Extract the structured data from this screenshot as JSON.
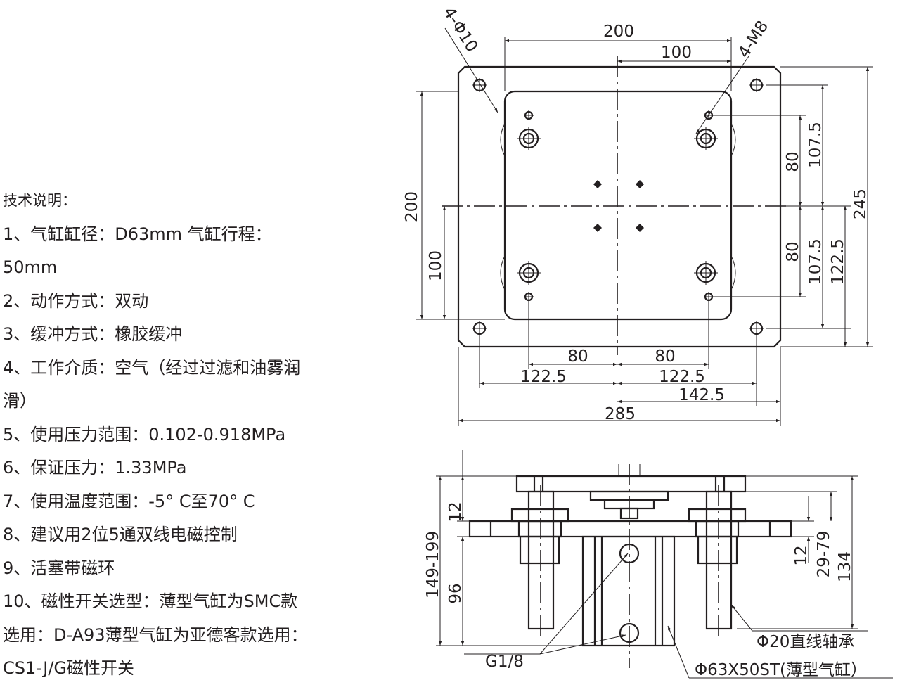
{
  "notes": {
    "title": "技术说明：",
    "lines": [
      "1、气缸缸径：D63mm    气缸行程：",
      "50mm",
      "2、动作方式：双动",
      "3、缓冲方式：橡胶缓冲",
      "4、工作介质：空气（经过过滤和油雾润",
      "滑）",
      "5、使用压力范围：0.102-0.918MPa",
      "6、保证压力：1.33MPa",
      "7、使用温度范围：-5° C至70° C",
      "8、建议用2位5通双线电磁控制",
      "9、活塞带磁环",
      "10、磁性开关选型：薄型气缸为SMC款",
      "选用：D-A93薄型气缸为亚德客款选用：",
      "CS1-J/G磁性开关"
    ]
  },
  "top_view": {
    "dim_top_200": "200",
    "dim_top_100": "100",
    "hole_4_phi10": "4-Φ10",
    "thread_4_m8": "4-M8",
    "dim_left_200": "200",
    "dim_left_100": "100",
    "dim_right_107_5_upper": "107.5",
    "dim_right_80_upper": "80",
    "dim_right_245": "245",
    "dim_right_80_lower": "80",
    "dim_right_107_5_lower": "107.5",
    "dim_right_122_5": "122.5",
    "dim_bottom_80_left": "80",
    "dim_bottom_80_right": "80",
    "dim_bottom_122_5_left": "122.5",
    "dim_bottom_122_5_right": "122.5",
    "dim_bottom_142_5": "142.5",
    "dim_bottom_285": "285"
  },
  "side_view": {
    "dim_12_left": "12",
    "dim_149_199": "149-199",
    "dim_96": "96",
    "dim_12_right": "12",
    "dim_29_79": "29-79",
    "dim_134": "134",
    "label_bearing": "Φ20直线轴承",
    "label_port": "G1/8",
    "label_cylinder": "Φ63X50ST(薄型气缸）"
  }
}
